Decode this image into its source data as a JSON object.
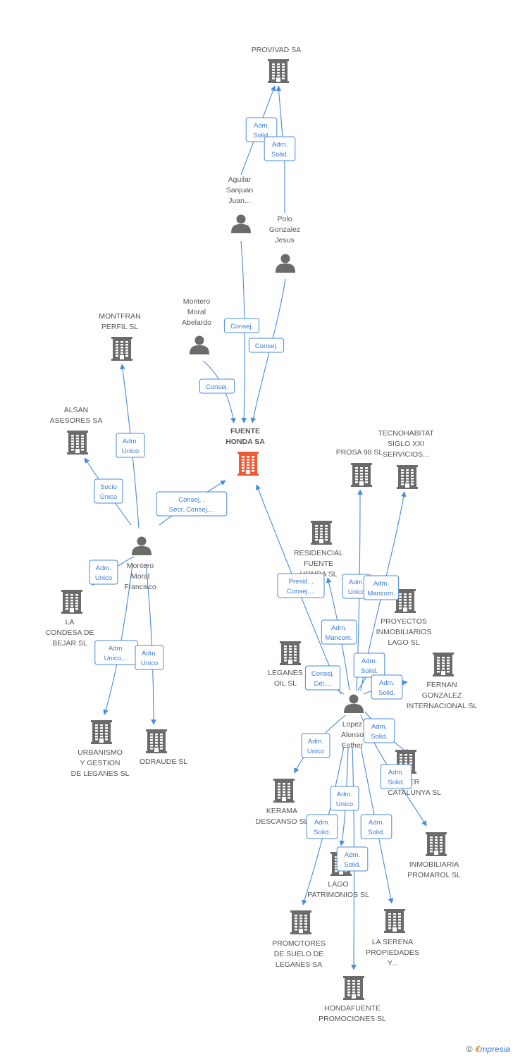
{
  "colors": {
    "edge": "#4a8ad8",
    "building": "#6b6b6b",
    "focus": "#f05a32",
    "person": "#6b6b6b"
  },
  "nodes": [
    {
      "id": "provivad",
      "type": "company",
      "lines": [
        "PROVIVAD SA"
      ]
    },
    {
      "id": "aguilar",
      "type": "person",
      "lines": [
        "Aguilar",
        "Sanjuan",
        "Juan..."
      ]
    },
    {
      "id": "polo",
      "type": "person",
      "lines": [
        "Polo",
        "Gonzalez",
        "Jesus"
      ]
    },
    {
      "id": "montero_ab",
      "type": "person",
      "lines": [
        "Montero",
        "Moral",
        "Abelardo"
      ]
    },
    {
      "id": "montfran",
      "type": "company",
      "lines": [
        "MONTFRAN",
        "PERFIL  SL"
      ]
    },
    {
      "id": "alsan",
      "type": "company",
      "lines": [
        "ALSAN",
        "ASESORES SA"
      ]
    },
    {
      "id": "fuente",
      "type": "focus",
      "lines": [
        "FUENTE",
        "HONDA SA"
      ]
    },
    {
      "id": "prosa",
      "type": "company",
      "lines": [
        "PROSA 98 SL"
      ]
    },
    {
      "id": "tecno",
      "type": "company",
      "lines": [
        "TECNOHABITAT",
        "SIGLO XXI",
        "SERVICIOS..."
      ]
    },
    {
      "id": "residencial",
      "type": "company",
      "lines": [
        "RESIDENCIAL",
        "FUENTE",
        "HONDA SL"
      ]
    },
    {
      "id": "montero_fr",
      "type": "person",
      "lines": [
        "Montero",
        "Moral",
        "Francisco"
      ]
    },
    {
      "id": "condesa",
      "type": "company",
      "lines": [
        "LA",
        "CONDESA DE",
        "BEJAR SL"
      ]
    },
    {
      "id": "proyectos",
      "type": "company",
      "lines": [
        "PROYECTOS",
        "INMOBILIARIOS",
        "LAGO SL"
      ]
    },
    {
      "id": "leganes_oil",
      "type": "company",
      "lines": [
        "LEGANES",
        "OIL SL"
      ]
    },
    {
      "id": "fernan",
      "type": "company",
      "lines": [
        "FERNAN",
        "GONZALEZ",
        "INTERNACIONAL SL"
      ]
    },
    {
      "id": "lopez",
      "type": "person",
      "lines": [
        "Lopez",
        "Alonso",
        "Esther"
      ]
    },
    {
      "id": "urbanismo",
      "type": "company",
      "lines": [
        "URBANISMO",
        "Y GESTION",
        "DE LEGANES SL"
      ]
    },
    {
      "id": "odraude",
      "type": "company",
      "lines": [
        "ODRAUDE SL"
      ]
    },
    {
      "id": "catalunya",
      "type": "company",
      "lines": [
        "ER",
        "CATALUNYA SL"
      ]
    },
    {
      "id": "kerama",
      "type": "company",
      "lines": [
        "KERAMA",
        "DESCANSO SL"
      ]
    },
    {
      "id": "promarol",
      "type": "company",
      "lines": [
        "INMOBILIARIA",
        "PROMAROL SL"
      ]
    },
    {
      "id": "lago_pat",
      "type": "company",
      "lines": [
        "LAGO",
        "PATRIMONIOS SL"
      ]
    },
    {
      "id": "promotores",
      "type": "company",
      "lines": [
        "PROMOTORES",
        "DE SUELO DE",
        "LEGANES SA"
      ]
    },
    {
      "id": "serena",
      "type": "company",
      "lines": [
        "LA SERENA",
        "PROPIEDADES",
        "Y..."
      ]
    },
    {
      "id": "hondafuente",
      "type": "company",
      "lines": [
        "HONDAFUENTE",
        "PROMOCIONES SL"
      ]
    }
  ],
  "edges": [
    {
      "id": "e1",
      "lines": [
        "Adm.",
        "Solid."
      ]
    },
    {
      "id": "e2",
      "lines": [
        "Adm.",
        "Solid."
      ]
    },
    {
      "id": "e3",
      "lines": [
        "Consej."
      ]
    },
    {
      "id": "e4",
      "lines": [
        "Consej."
      ]
    },
    {
      "id": "e5",
      "lines": [
        "Consej."
      ]
    },
    {
      "id": "e6",
      "lines": [
        "Adm.",
        "Unico"
      ]
    },
    {
      "id": "e7",
      "lines": [
        "Socio",
        "Único"
      ]
    },
    {
      "id": "e8",
      "lines": [
        "Consej. ,",
        "Secr.,Consej...."
      ]
    },
    {
      "id": "e9",
      "lines": [
        "Adm.",
        "Unico"
      ]
    },
    {
      "id": "e10",
      "lines": [
        "Adm.",
        "Unico,..."
      ]
    },
    {
      "id": "e11",
      "lines": [
        "Adm.",
        "Unico"
      ]
    },
    {
      "id": "e12",
      "lines": [
        "Presid. ,",
        "Consej...."
      ]
    },
    {
      "id": "e13",
      "lines": [
        "Adm.",
        "Unico"
      ]
    },
    {
      "id": "e14",
      "lines": [
        "Adm.",
        "Mancom."
      ]
    },
    {
      "id": "e15",
      "lines": [
        "Adm.",
        "Mancom."
      ]
    },
    {
      "id": "e16",
      "lines": [
        "Adm.",
        "Solid."
      ]
    },
    {
      "id": "e17",
      "lines": [
        "Consej.",
        "Del...."
      ]
    },
    {
      "id": "e18",
      "lines": [
        "Adm.",
        "Solid."
      ]
    },
    {
      "id": "e19",
      "lines": [
        "Adm.",
        "Solid."
      ]
    },
    {
      "id": "e20",
      "lines": [
        "Adm.",
        "Unico"
      ]
    },
    {
      "id": "e21",
      "lines": [
        "Adm.",
        "Solid."
      ]
    },
    {
      "id": "e22",
      "lines": [
        "Adm.",
        "Unico"
      ]
    },
    {
      "id": "e23",
      "lines": [
        "Adm.",
        "Solid."
      ]
    },
    {
      "id": "e24",
      "lines": [
        "Adm.",
        "Solid."
      ]
    },
    {
      "id": "e25",
      "lines": [
        "Adm.",
        "Solid."
      ]
    }
  ],
  "footer": {
    "symbol": "©",
    "brand_first": "€",
    "brand_rest": "mpresia"
  }
}
